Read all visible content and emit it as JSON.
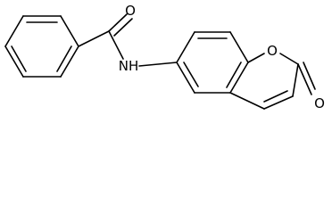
{
  "molecule": {
    "atom_labels": {
      "carbonyl_oxygen_amide": "O",
      "amide_nitrogen": "NH",
      "ring_oxygen": "O",
      "carbonyl_oxygen_lactone": "O"
    }
  },
  "colors": {
    "bond": "#000000",
    "background": "#ffffff"
  }
}
